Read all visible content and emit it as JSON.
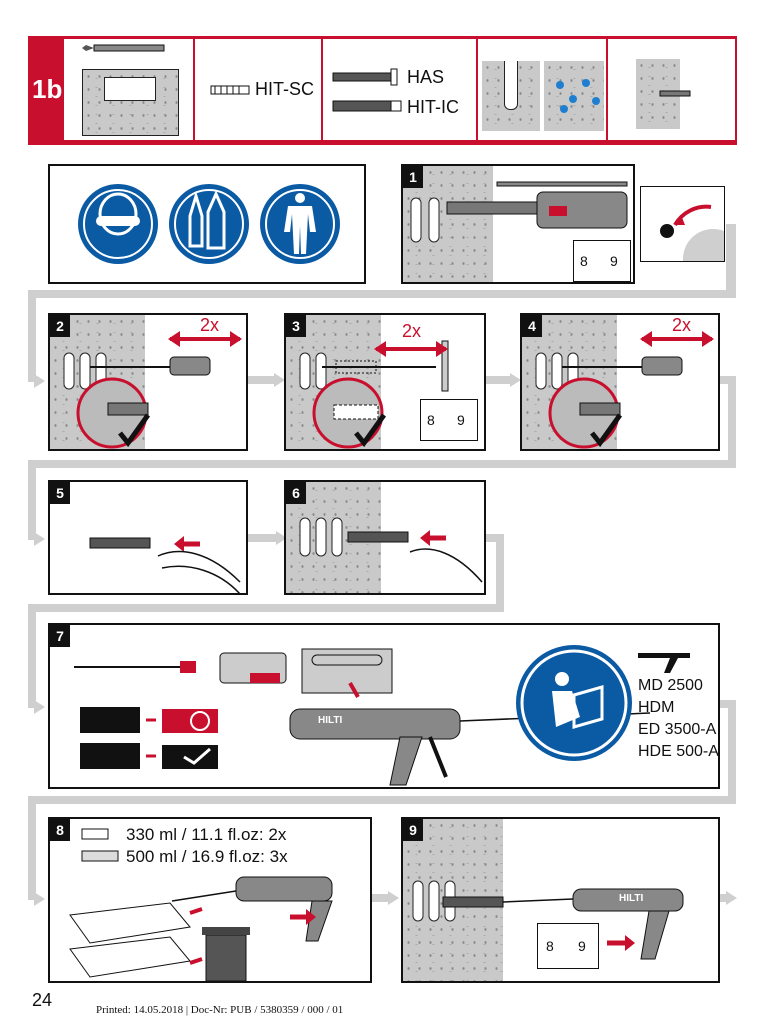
{
  "header": {
    "code": "1b",
    "anchor_label": "HIT-SC",
    "rod_labels": [
      "HAS",
      "HIT-IC"
    ]
  },
  "steps": {
    "s1": "1",
    "s2": "2",
    "s2_mult": "2x",
    "s3": "3",
    "s3_mult": "2x",
    "s4": "4",
    "s4_mult": "2x",
    "s5": "5",
    "s6": "6",
    "s7": "7",
    "s8": "8",
    "s9": "9"
  },
  "manual_pages": [
    "8",
    "9"
  ],
  "dispensers": [
    "MD 2500",
    "HDM",
    "ED 3500-A",
    "HDE 500-A"
  ],
  "cartridges": [
    {
      "volume": "330 ml / 11.1 fl.oz: 2x"
    },
    {
      "volume": "500 ml / 16.9 fl.oz: 3x"
    }
  ],
  "brand": "HILTI",
  "colors": {
    "accent": "#c8102e",
    "safety_blue": "#0b5aa4",
    "flow_gray": "#cfcfcf"
  },
  "icons": [
    "eye-protection-icon",
    "gloves-icon",
    "protective-suit-icon",
    "read-manual-icon"
  ],
  "footer": {
    "page_number": "24",
    "print_info": "Printed: 14.05.2018 | Doc-Nr: PUB / 5380359 / 000 / 01"
  }
}
